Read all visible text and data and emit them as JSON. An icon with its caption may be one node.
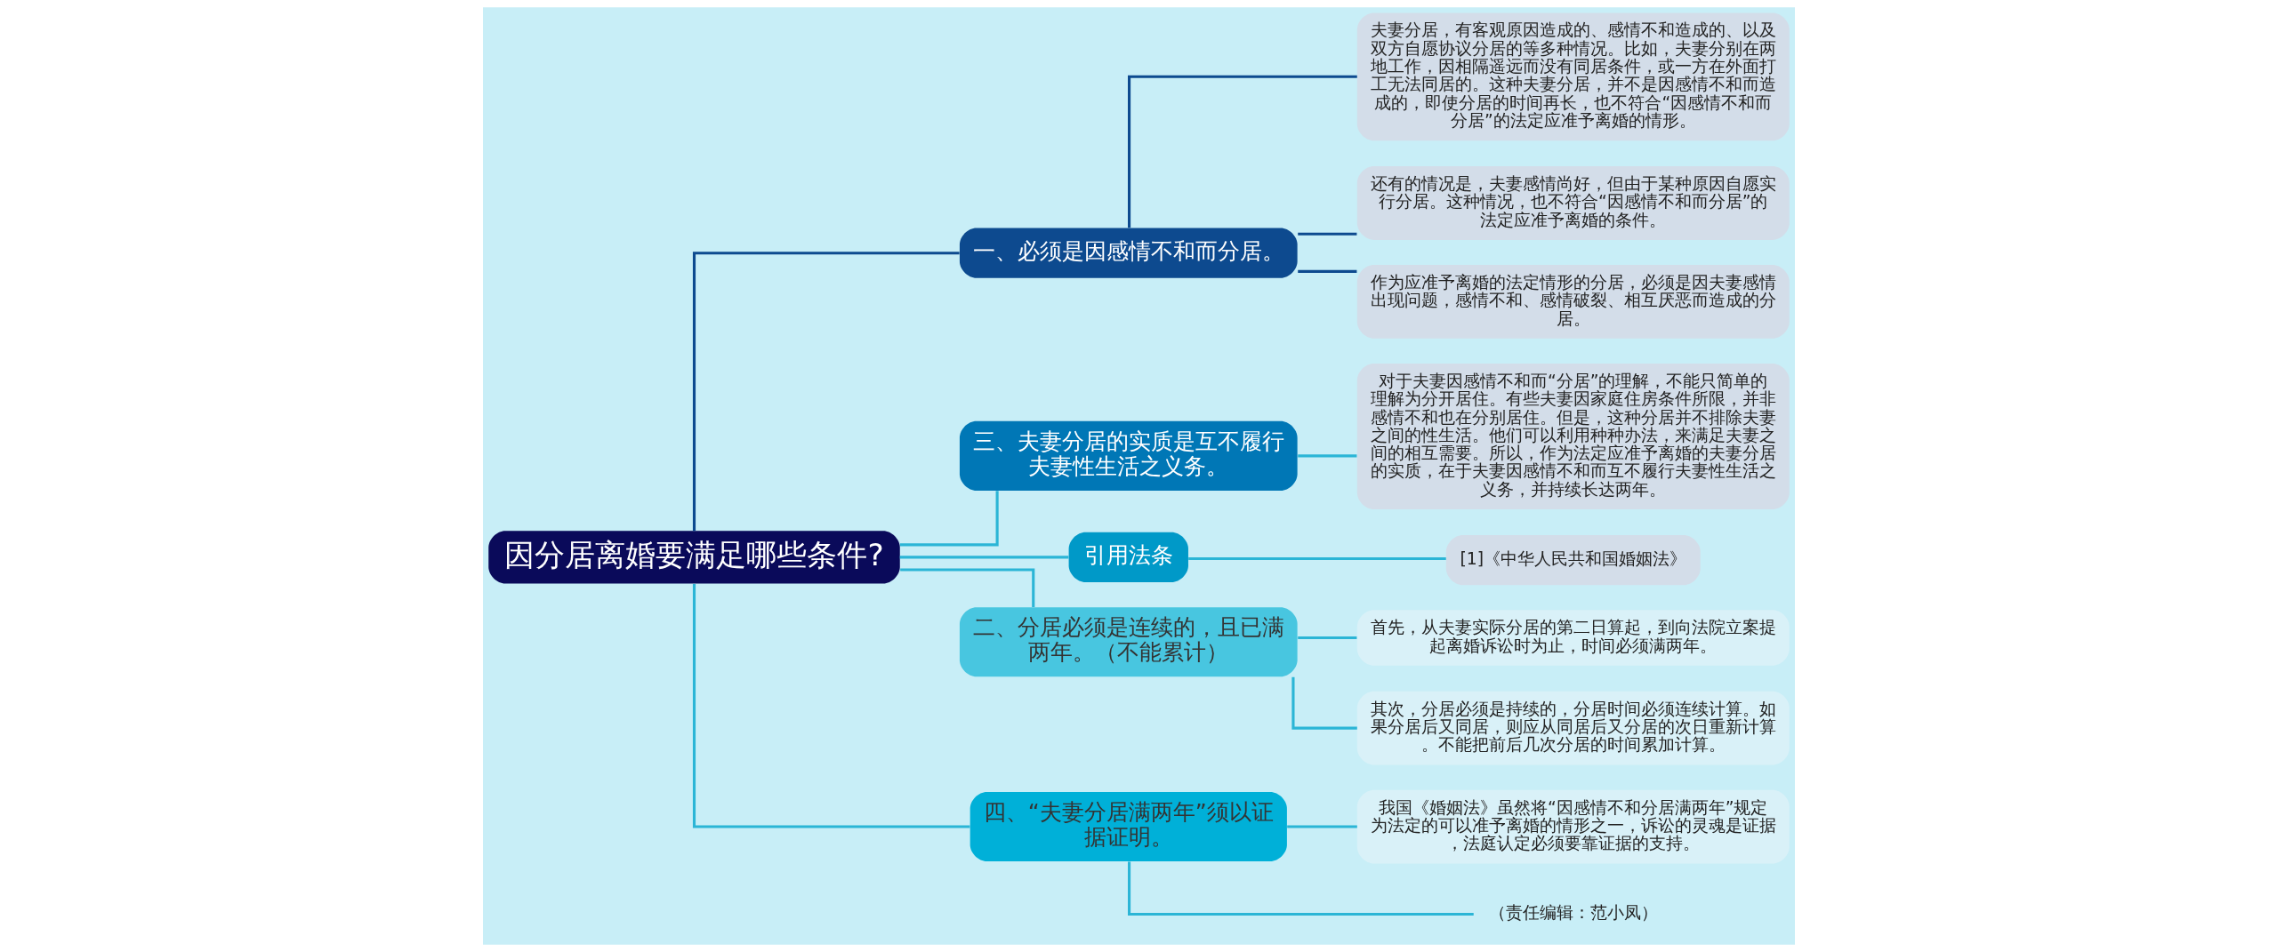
{
  "diagram": {
    "nodes": [
      {
        "text": [
          "因分居离婚要满足哪些条件?"
        ]
      },
      {
        "text": [
          "一、必须是因感情不和而分居。"
        ]
      },
      {
        "text": [
          "夫妻分居，有客观原因造成的、感情不和造成的、以及双方自愿协议分居的等多种情况。比如，夫妻分别在两地工作，因相隔遥远而没有同居条件，或一方在外面打工无法同居的。这种夫妻分居，并不是因感情不和而造成的，即使分居的时间再长，也不符合“因感情不和而分居”的法定应准予离婚的情形。"
        ]
      },
      {
        "text": [
          "还有的情况是，夫妻感情尚好，但由于某种原因自愿实行分居。这种情况，也不符合“因感情不和而分居”的法定应准予离婚的条件。"
        ]
      },
      {
        "text": [
          "作为应准予离婚的法定情形的分居，必须是因夫妻感情出现问题，感情不和、感情破裂、相互厌恶而造成的分居。"
        ]
      },
      {
        "text": [
          "三、夫妻分居的实质是互不履行夫妻性生活之义务。"
        ]
      },
      {
        "text": [
          "对于夫妻因感情不和而“分居”的理解，不能只简单的理解为分开居住。有些夫妻因家庭住房条件所限，并非感情不和也在分别居住。但是，这种分居并不排除夫妻之间的性生活。他们可以利用种种办法，来满足夫妻之间的相互需要。所以，作为法定应准予离婚的夫妻分居的实质，在于夫妻因感情不和而互不履行夫妻性生活之义务，并持续长达两年。"
        ]
      },
      {
        "text": [
          "引用法条"
        ]
      },
      {
        "text": [
          "[1]《中华人民共和国婚姻法》"
        ]
      },
      {
        "text": [
          "二、分居必须是连续的，且已满两年。（不能累计）"
        ]
      },
      {
        "text": [
          "首先，从夫妻实际分居的第二日算起，到向法院立案提起离婚诉讼时为止，时间必须满两年。"
        ]
      },
      {
        "text": [
          "其次，分居必须是持续的，分居时间必须连续计算。如果分居后又同居，则应从同居后又分居的次日重新计算。不能把前后几次分居的时间累加计算。"
        ]
      },
      {
        "text": [
          "四、“夫妻分居满两年”须以证据证明。"
        ]
      },
      {
        "text": [
          "我国《婚姻法》虽然将“因感情不和分居满两年”规定为法定的可以准予离婚的情形之一，诉讼的灵魂是证据，法庭认定必须要靠证据的支持。"
        ]
      },
      {
        "text": [
          "（责任编辑：范小凤）"
        ]
      }
    ],
    "edges": [
      {
        "from": 0,
        "to": 1,
        "arrow": "none",
        "color": "#0d4a8f"
      },
      {
        "from": 1,
        "to": 2,
        "arrow": "none",
        "color": "#0d4a8f"
      },
      {
        "from": 1,
        "to": 3,
        "arrow": "none",
        "color": "#0d4a8f"
      },
      {
        "from": 1,
        "to": 4,
        "arrow": "none",
        "color": "#0d4a8f"
      },
      {
        "from": 0,
        "to": 5,
        "arrow": "none"
      },
      {
        "from": 5,
        "to": 6,
        "arrow": "none"
      },
      {
        "from": 0,
        "to": 7,
        "arrow": "none"
      },
      {
        "from": 7,
        "to": 8,
        "arrow": "none"
      },
      {
        "from": 0,
        "to": 9,
        "arrow": "none"
      },
      {
        "from": 9,
        "to": 10,
        "arrow": "none"
      },
      {
        "from": 9,
        "to": 11,
        "arrow": "none"
      },
      {
        "from": 0,
        "to": 12,
        "arrow": "none"
      },
      {
        "from": 12,
        "to": 13,
        "arrow": "none"
      },
      {
        "from": 12,
        "to": 14,
        "arrow": "none"
      }
    ]
  }
}
